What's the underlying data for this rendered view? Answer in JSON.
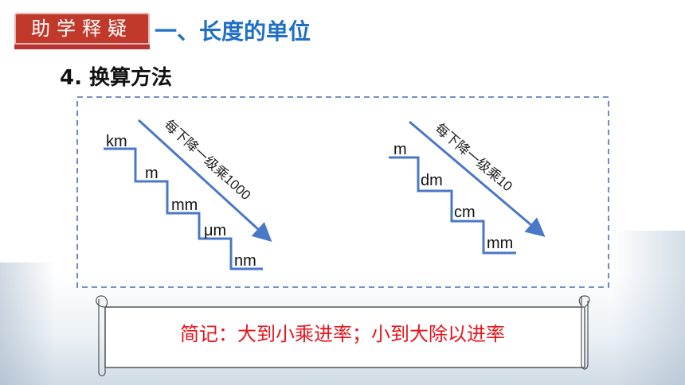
{
  "header": {
    "badge": "助学释疑",
    "section_title": "一、长度的单位"
  },
  "subtitle": "4. 换算方法",
  "left_diagram": {
    "units": [
      "km",
      "m",
      "mm",
      "μm",
      "nm"
    ],
    "arrow_label": "每下降一级乘1000"
  },
  "right_diagram": {
    "units": [
      "m",
      "dm",
      "cm",
      "mm"
    ],
    "arrow_label": "每下降一级乘10"
  },
  "note": "简记：大到小乘进率；小到大除以进率",
  "colors": {
    "badge": "#c0392b",
    "title": "#1f6fc5",
    "steps": "#4a78c8",
    "note_text": "#e8141b"
  }
}
